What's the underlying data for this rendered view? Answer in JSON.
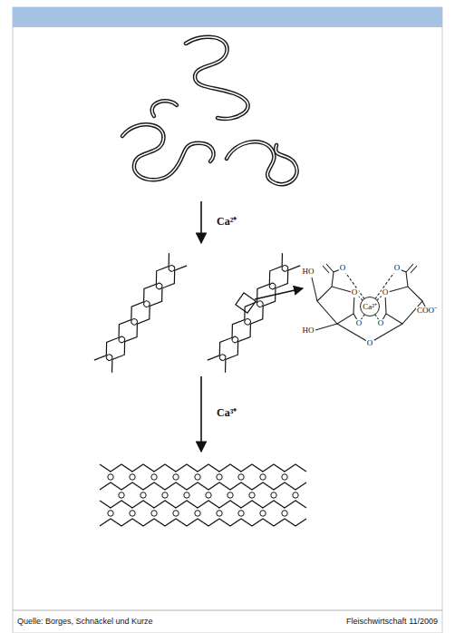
{
  "diagram": {
    "nodes": [
      {
        "text": [
          "Ca²⁺"
        ]
      }
    ],
    "labels": [
      "Ca²⁺",
      "HO",
      "O",
      "O",
      "HO",
      "O",
      "O",
      "O",
      "O",
      "O",
      "COO⁻",
      "Ca³⁺",
      "Quelle: Borges, Schnäckel und Kurze",
      "Fleischwirtschaft 11/2009"
    ]
  }
}
